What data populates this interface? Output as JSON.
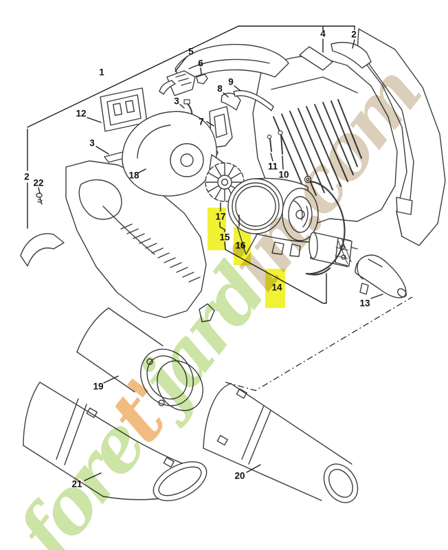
{
  "diagram": {
    "kind": "exploded-parts-diagram",
    "line_color": "#3c3c3c",
    "highlight_color": "#f1f233",
    "highlighted_parts": [
      "14",
      "15",
      "16",
      "17"
    ],
    "labels": [
      {
        "text": "1",
        "highlighted": false
      },
      {
        "text": "2",
        "highlighted": false
      },
      {
        "text": "2",
        "highlighted": false
      },
      {
        "text": "3",
        "highlighted": false
      },
      {
        "text": "3",
        "highlighted": false
      },
      {
        "text": "4",
        "highlighted": false
      },
      {
        "text": "5",
        "highlighted": false
      },
      {
        "text": "6",
        "highlighted": false
      },
      {
        "text": "7",
        "highlighted": false
      },
      {
        "text": "8",
        "highlighted": false
      },
      {
        "text": "9",
        "highlighted": false
      },
      {
        "text": "10",
        "highlighted": false
      },
      {
        "text": "11",
        "highlighted": false
      },
      {
        "text": "12",
        "highlighted": false
      },
      {
        "text": "13",
        "highlighted": false
      },
      {
        "text": "14",
        "highlighted": true
      },
      {
        "text": "15",
        "highlighted": true
      },
      {
        "text": "16",
        "highlighted": true
      },
      {
        "text": "17",
        "highlighted": true
      },
      {
        "text": "18",
        "highlighted": false
      },
      {
        "text": "19",
        "highlighted": false
      },
      {
        "text": "20",
        "highlighted": false
      },
      {
        "text": "21",
        "highlighted": false
      },
      {
        "text": "22",
        "highlighted": false
      }
    ]
  },
  "watermark": {
    "seg1": "fore",
    "seg2": "t'",
    "seg3": "jard",
    "seg4": "in.com",
    "green": "#c9e3a0",
    "orange": "#f2b979",
    "tan": "#d9ccb6"
  }
}
